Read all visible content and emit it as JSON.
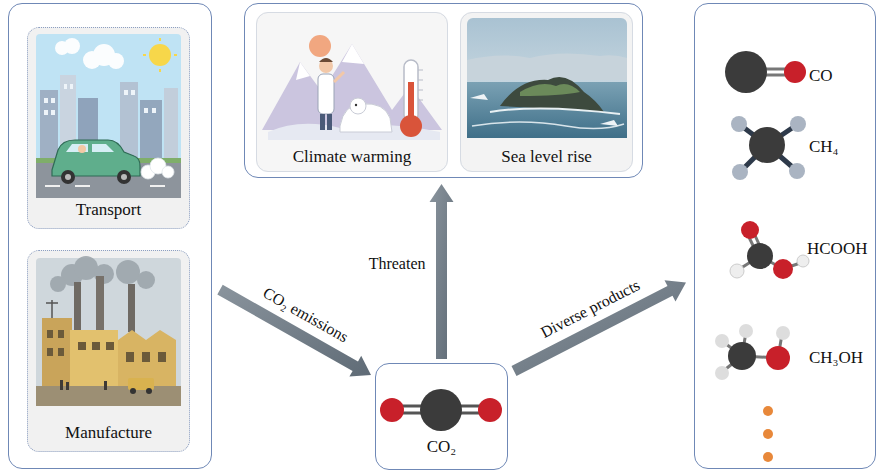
{
  "diagram": {
    "nodes": [
      {
        "text": []
      },
      {
        "text": [
          "Transport"
        ],
        "in": 0
      },
      {
        "text": [
          "Manufacture"
        ],
        "in": 0
      },
      {
        "text": []
      },
      {
        "text": [
          "Climate warming"
        ],
        "in": 3
      },
      {
        "text": [
          "Sea level rise"
        ],
        "in": 3
      },
      {
        "text": [
          "CO₂"
        ]
      },
      {
        "text": [
          "CO",
          "CH₄",
          "HCOOH",
          "CH₃OH"
        ]
      }
    ],
    "edges": [
      {
        "from": 0,
        "to": 6,
        "label": "CO₂ emissions",
        "arrow": "to"
      },
      {
        "from": 6,
        "to": 3,
        "label": "Threaten",
        "arrow": "to"
      },
      {
        "from": 6,
        "to": 7,
        "label": "Diverse products",
        "arrow": "to"
      }
    ]
  }
}
